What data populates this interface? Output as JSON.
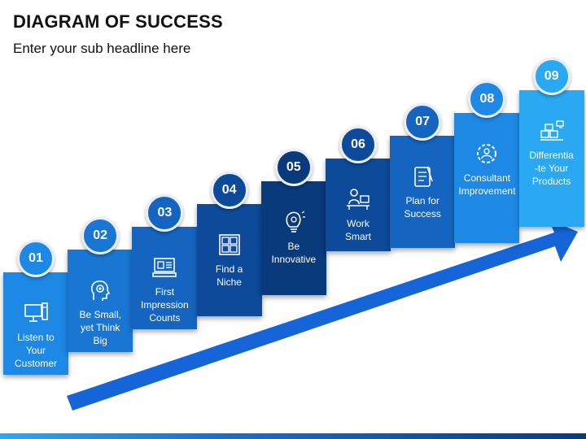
{
  "title": "DIAGRAM OF SUCCESS",
  "subtitle": "Enter your sub headline here",
  "colors": {
    "arrow": "#1565d8",
    "bar_light": "#2aa8f2",
    "bar_dark": "#0b3a7a"
  },
  "steps": [
    {
      "number": "01",
      "lines": [
        "Listen to",
        "Your",
        "Customer"
      ],
      "icon": "monitor-icon",
      "color": "#1e88e5"
    },
    {
      "number": "02",
      "lines": [
        "Be Small,",
        "yet Think",
        "Big"
      ],
      "icon": "gear-head-icon",
      "color": "#1976d2"
    },
    {
      "number": "03",
      "lines": [
        "First",
        "Impression",
        "Counts"
      ],
      "icon": "presentation-icon",
      "color": "#1565c0"
    },
    {
      "number": "04",
      "lines": [
        "Find a",
        "Niche"
      ],
      "icon": "grid-icon",
      "color": "#0d4a9a"
    },
    {
      "number": "05",
      "lines": [
        "Be",
        "Innovative"
      ],
      "icon": "lightbulb-icon",
      "color": "#093a7c"
    },
    {
      "number": "06",
      "lines": [
        "Work",
        "Smart"
      ],
      "icon": "worker-desk-icon",
      "color": "#0d4a9a"
    },
    {
      "number": "07",
      "lines": [
        "Plan for",
        "Success"
      ],
      "icon": "checklist-icon",
      "color": "#1565c0"
    },
    {
      "number": "08",
      "lines": [
        "Consultant",
        "Improvement"
      ],
      "icon": "gear-user-icon",
      "color": "#1e88e5"
    },
    {
      "number": "09",
      "lines": [
        "Differentia",
        "-te Your",
        "Products"
      ],
      "icon": "products-icon",
      "color": "#2aa8f2"
    }
  ]
}
